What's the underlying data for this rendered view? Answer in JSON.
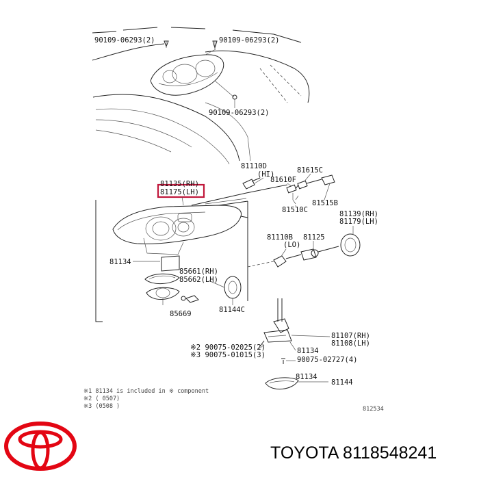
{
  "callouts": {
    "top_left": "90109-06293(2)",
    "top_right": "90109-06293(2)",
    "top_lower": "90109-06293(2)",
    "p81110d": "81110D",
    "p81110d_sub": "(HI)",
    "p81610f": "81610F",
    "p81615c": "81615C",
    "p81135": "81135(RH)",
    "p81175": "81175(LH)",
    "p81510c": "81510C",
    "p81515b": "81515B",
    "p81139": "81139(RH)",
    "p81179": "81179(LH)",
    "p81110b": "81110B",
    "p81110b_sub": "(LO)",
    "p81125": "81125",
    "p81134_a": "81134",
    "p85661": "85661(RH)",
    "p85662": "85662(LH)",
    "p85669": "85669",
    "p81144c": "81144C",
    "p81107": "81107(RH)",
    "p81108": "81108(LH)",
    "p90075_a": "※2 90075-02025(2)",
    "p90075_b": "※3 90075-01015(3)",
    "p81134_b": "81134",
    "p90075_c": "90075-02727(4)",
    "p81134_c": "81134",
    "p81144": "81144",
    "note1": "※1 81134 is included in ※ component",
    "note2": "※2 (        0507)",
    "note3": "※3 (0508        )",
    "figure_code": "812534"
  },
  "highlight_color": "#c0163a",
  "logo_color": "#e30613",
  "logo_icon": "toyota-logo-icon",
  "brand_text": "TOYOTA 8118548241"
}
